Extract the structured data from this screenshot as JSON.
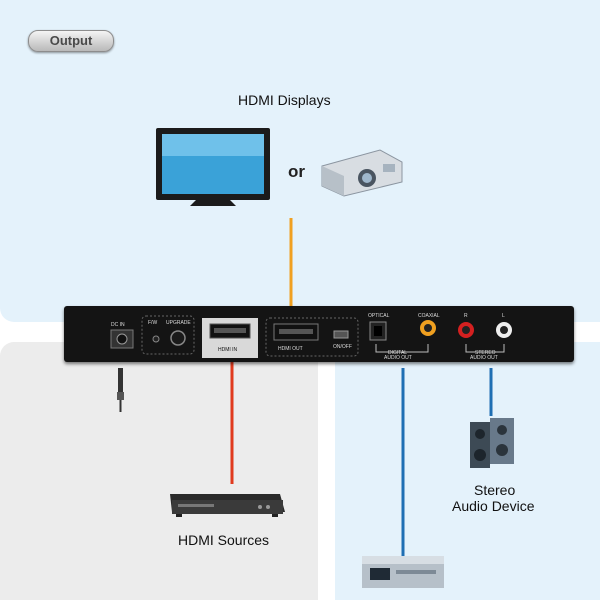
{
  "output_section": {
    "label": "Output"
  },
  "displays": {
    "label": "HDMI Displays",
    "or_label": "or"
  },
  "sources": {
    "label": "HDMI Sources"
  },
  "audio_device": {
    "label_line1": "Stereo",
    "label_line2": "Audio Device"
  },
  "device_panel": {
    "dc_label": "DC IN",
    "fw_label": "F/W",
    "upgrade_label": "UPGRADE",
    "hdmi_in_label": "HDMI IN",
    "hdmi_out_label": "HDMI OUT",
    "on_off_label": "ON/OFF",
    "optical_label": "OPTICAL",
    "coaxial_label": "COAXIAL",
    "digital_audio_line1": "DIGITAL",
    "digital_audio_line2": "AUDIO OUT",
    "r_label": "R",
    "l_label": "L",
    "stereo_line1": "STEREO",
    "stereo_line2": "AUDIO OUT"
  },
  "colors": {
    "output_panel": "#e4f2fb",
    "input_panel": "#ececec",
    "display_cable": "#f0a020",
    "source_cable": "#e03a1e",
    "audio_cable": "#1f6fb3"
  }
}
